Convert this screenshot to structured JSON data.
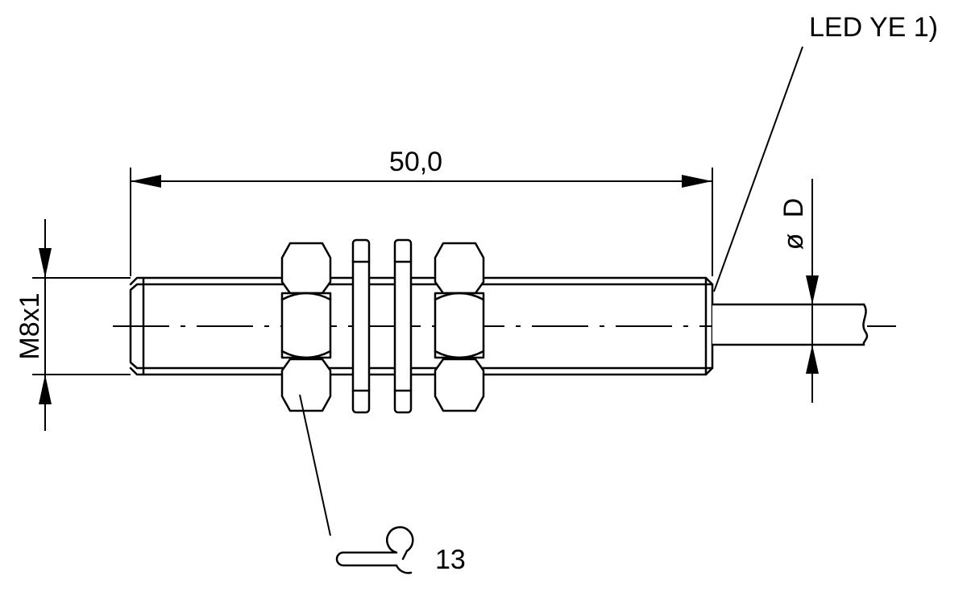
{
  "dimensions": {
    "length": "50,0",
    "thread": "M8x1",
    "cable_diameter": "D",
    "diameter_symbol": "ø"
  },
  "callouts": {
    "led": "LED YE 1)",
    "wrench_size": "13"
  },
  "icons": {
    "wrench": "open-end-wrench-icon"
  },
  "colors": {
    "line": "#000000",
    "background": "#ffffff"
  }
}
